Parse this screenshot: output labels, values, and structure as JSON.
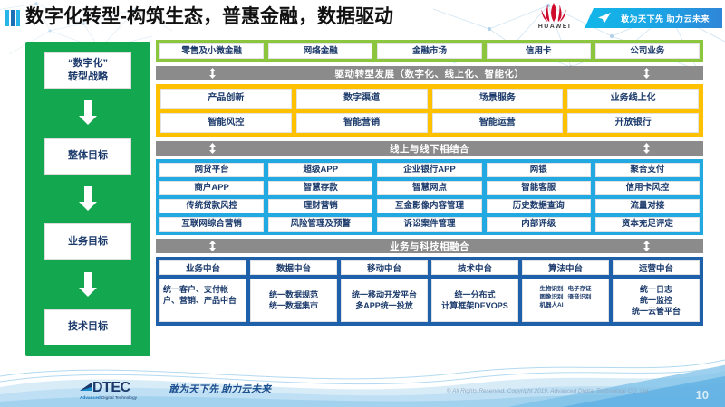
{
  "header": {
    "title": "数字化转型-构筑生态，普惠金融，数据驱动",
    "brand": "HUAWEI",
    "ribbon_text": "敢为天下先 助力云未来"
  },
  "left_column": {
    "items": [
      {
        "label": "“数字化”\n转型战略"
      },
      {
        "label": "整体目标"
      },
      {
        "label": "业务目标"
      },
      {
        "label": "技术目标"
      }
    ]
  },
  "business_lines": {
    "items": [
      "零售及小微金融",
      "网络金融",
      "金融市场",
      "信用卡",
      "公司业务"
    ]
  },
  "divider_1": {
    "label": "驱动转型发展（数字化、线上化、智能化）"
  },
  "capabilities": {
    "row1": [
      "产品创新",
      "数字渠道",
      "场景服务",
      "业务线上化"
    ],
    "row2": [
      "智能风控",
      "智能营销",
      "智能运营",
      "开放银行"
    ]
  },
  "divider_2": {
    "label": "线上与线下相结合"
  },
  "applications": {
    "row1": [
      "网贷平台",
      "超级APP",
      "企业银行APP",
      "网银",
      "聚合支付"
    ],
    "row2": [
      "商户APP",
      "智慧存款",
      "智慧网点",
      "智能客服",
      "信用卡风控"
    ],
    "row3": [
      "传统贷款风控",
      "理财营销",
      "互金影像内容管理",
      "历史数据查询",
      "流量对接"
    ],
    "row4": [
      "互联网综合营销",
      "风险管理及预警",
      "诉讼案件管理",
      "内部评级",
      "资本充足评定"
    ]
  },
  "divider_3": {
    "label": "业务与科技相融合"
  },
  "platforms": {
    "columns": [
      {
        "head": "业务中台",
        "body": "统一客户、支付帐户、营销、产品中台"
      },
      {
        "head": "数据中台",
        "body": "统一数据规范\n统一数据集市"
      },
      {
        "head": "移动中台",
        "body": "统一移动开发平台\n多APP统一投放"
      },
      {
        "head": "技术中台",
        "body": "统一分布式\n计算框架DEVOPS"
      },
      {
        "head": "算法中台",
        "body_tags": [
          [
            "生物识别",
            "电子存证"
          ],
          [
            "图像识别",
            "语音识别"
          ],
          [
            "机器人AI"
          ]
        ]
      },
      {
        "head": "运营中台",
        "body": "统一日志\n统一监控\n统一云管平台"
      }
    ]
  },
  "footer": {
    "logo_word": "DTEC",
    "logo_sub_a": "Advanced",
    "logo_sub_b": " Digital Technology",
    "slogan": "敢为天下先   助力云未来",
    "copyright": "© All Rights Reserved. Copyright 2019. Advanced Digital Technology CO.,Ltd",
    "page_number": "10"
  },
  "colors": {
    "green_panel": "#13a84f",
    "green_band": "#8cc63e",
    "orange_band": "#ffc000",
    "blue_band": "#23a9e1",
    "navy_band": "#1f60aa",
    "gray_divider": "#8b8b8b",
    "text_blue": "#1b3a6b",
    "huawei_red": "#cf0a2c"
  }
}
